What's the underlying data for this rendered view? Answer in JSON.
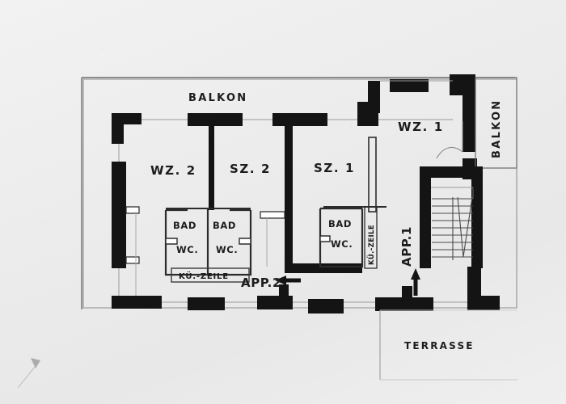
{
  "drawing": {
    "title": "Hand-drawn apartment floor plan",
    "medium": "pencil-and-ink on paper",
    "background_color": "#ececec",
    "ink_color": "#141414"
  },
  "labels": {
    "balkon_top": "BALKON",
    "balkon_right": "BALKON",
    "wz2": "WZ. 2",
    "sz2": "SZ. 2",
    "sz1": "SZ. 1",
    "wz1": "WZ. 1",
    "bad_left_1": "BAD",
    "wc_left_1": "WC.",
    "bad_left_2": "BAD",
    "wc_left_2": "WC.",
    "bad_right": "BAD",
    "wc_right": "WC.",
    "kuechenzeile_left": "KÜ.-ZEILE",
    "kuechenzeile_right": "KÜ.-ZEILE",
    "app2": "APP.2",
    "app1": "APP.1",
    "terrasse": "TERRASSE"
  },
  "rooms": [
    {
      "id": "wz2",
      "label": "WZ. 2",
      "meaning": "Wohnzimmer 2",
      "apartment": "APP.2"
    },
    {
      "id": "sz2",
      "label": "SZ. 2",
      "meaning": "Schlafzimmer 2",
      "apartment": "APP.2"
    },
    {
      "id": "sz1",
      "label": "SZ. 1",
      "meaning": "Schlafzimmer 1",
      "apartment": "APP.1"
    },
    {
      "id": "wz1",
      "label": "WZ. 1",
      "meaning": "Wohnzimmer 1",
      "apartment": "APP.1"
    },
    {
      "id": "bad-wc-2a",
      "label": "BAD WC.",
      "meaning": "Bad / WC",
      "apartment": "APP.2"
    },
    {
      "id": "bad-wc-2b",
      "label": "BAD WC.",
      "meaning": "Bad / WC",
      "apartment": "APP.2"
    },
    {
      "id": "bad-wc-1",
      "label": "BAD WC.",
      "meaning": "Bad / WC",
      "apartment": "APP.1"
    },
    {
      "id": "balkon-top",
      "label": "BALKON",
      "meaning": "Balcony",
      "apartment": "APP.2"
    },
    {
      "id": "balkon-right",
      "label": "BALKON",
      "meaning": "Balcony",
      "apartment": "APP.1"
    },
    {
      "id": "terrasse",
      "label": "TERRASSE",
      "meaning": "Terrace",
      "apartment": ""
    },
    {
      "id": "treppenhaus",
      "label": "",
      "meaning": "Stairwell",
      "apartment": ""
    }
  ],
  "entrances": [
    {
      "id": "app1-entrance",
      "label": "APP.1",
      "arrow_direction": "up"
    },
    {
      "id": "app2-entrance",
      "label": "APP.2",
      "arrow_direction": "left"
    }
  ]
}
